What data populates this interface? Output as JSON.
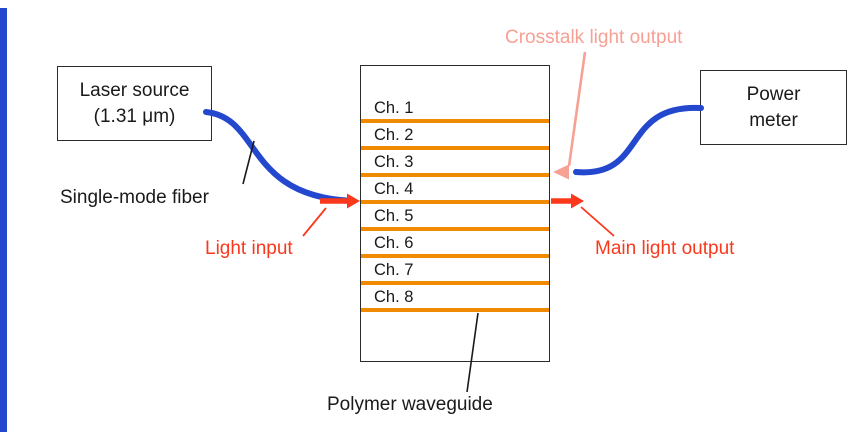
{
  "diagram": {
    "laser_box": {
      "line1": "Laser source",
      "line2": "(1.31 μm)"
    },
    "power_box": {
      "line1": "Power",
      "line2": "meter"
    },
    "labels": {
      "single_mode_fiber": "Single-mode fiber",
      "light_input": "Light input",
      "main_light_output": "Main light output",
      "crosstalk_light_output": "Crosstalk light output",
      "polymer_waveguide": "Polymer waveguide"
    },
    "channels": [
      "Ch. 1",
      "Ch. 2",
      "Ch. 3",
      "Ch. 4",
      "Ch. 5",
      "Ch. 6",
      "Ch. 7",
      "Ch. 8"
    ],
    "colors": {
      "fiber_blue": "#2348cd",
      "channel_orange": "#f08a00",
      "accent_red": "#fa381c",
      "crosstalk_pink": "#f7a094",
      "outline_black": "#2b2b2b"
    }
  }
}
